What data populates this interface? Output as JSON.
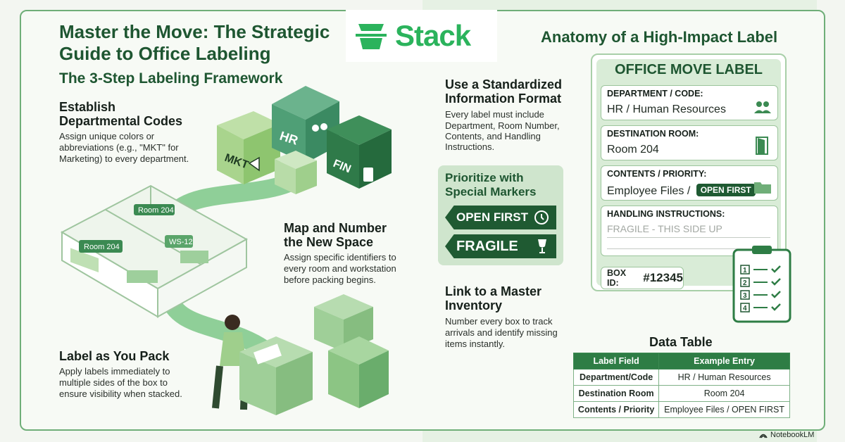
{
  "header": {
    "title_line1": "Master the Move: The Strategic",
    "title_line2": "Guide to Office Labeling",
    "framework_title": "The 3-Step Labeling Framework"
  },
  "logo": {
    "text": "Stack",
    "color": "#2bb35c"
  },
  "steps": [
    {
      "title_line1": "Establish",
      "title_line2": "Departmental Codes",
      "desc": [
        "Assign unique colors or",
        "abbreviations (e.g., \"MKT\" for",
        "Marketing) to every department."
      ]
    },
    {
      "title_line1": "Map and Number",
      "title_line2": "the New Space",
      "desc": [
        "Assign specific identifiers to",
        "every room and workstation",
        "before packing begins."
      ]
    },
    {
      "title_line1": "Label as You Pack",
      "desc": [
        "Apply labels immediately to",
        "multiple sides of the box to",
        "ensure visibility when stacked."
      ]
    }
  ],
  "illustration": {
    "box_labels": [
      "MKT",
      "HR",
      "FIN"
    ],
    "room_tags": [
      "Room 204",
      "Room 204",
      "WS-12"
    ]
  },
  "right": {
    "title": "Anatomy of a High-Impact Label",
    "standardized": {
      "title_line1": "Use a Standardized",
      "title_line2": "Information Format",
      "desc": [
        "Every label must include",
        "Department, Room Number,",
        "Contents, and Handling",
        "Instructions."
      ]
    },
    "markers": {
      "title_line1": "Prioritize with",
      "title_line2": "Special Markers",
      "tag1": "OPEN FIRST",
      "tag2": "FRAGILE"
    },
    "inventory": {
      "title_line1": "Link to a Master",
      "title_line2": "Inventory",
      "desc": [
        "Number every box to track",
        "arrivals and identify missing",
        "items instantly."
      ]
    }
  },
  "label_card": {
    "heading": "OFFICE MOVE LABEL",
    "fields": [
      {
        "label": "DEPARTMENT / CODE:",
        "value": "HR / Human Resources",
        "icon": "people-icon"
      },
      {
        "label": "DESTINATION ROOM:",
        "value": "Room 204",
        "icon": "door-icon"
      },
      {
        "label": "CONTENTS / PRIORITY:",
        "value": "Employee Files /",
        "badge": "OPEN FIRST",
        "icon": "folder-icon"
      },
      {
        "label": "HANDLING INSTRUCTIONS:",
        "value": "FRAGILE - THIS SIDE UP"
      }
    ],
    "box_id_label": "BOX ID:",
    "box_id_value": "#12345",
    "checklist_numbers": [
      "1",
      "2",
      "3",
      "4"
    ]
  },
  "data_table": {
    "title": "Data Table",
    "headers": [
      "Label Field",
      "Example Entry"
    ],
    "rows": [
      [
        "Department/Code",
        "HR / Human Resources"
      ],
      [
        "Destination Room",
        "Room 204"
      ],
      [
        "Contents / Priority",
        "Employee Files / OPEN FIRST"
      ]
    ]
  },
  "credit": "NotebookLM",
  "colors": {
    "primary": "#1e5631",
    "accent": "#2e7d45",
    "light": "#d9ecd7"
  }
}
